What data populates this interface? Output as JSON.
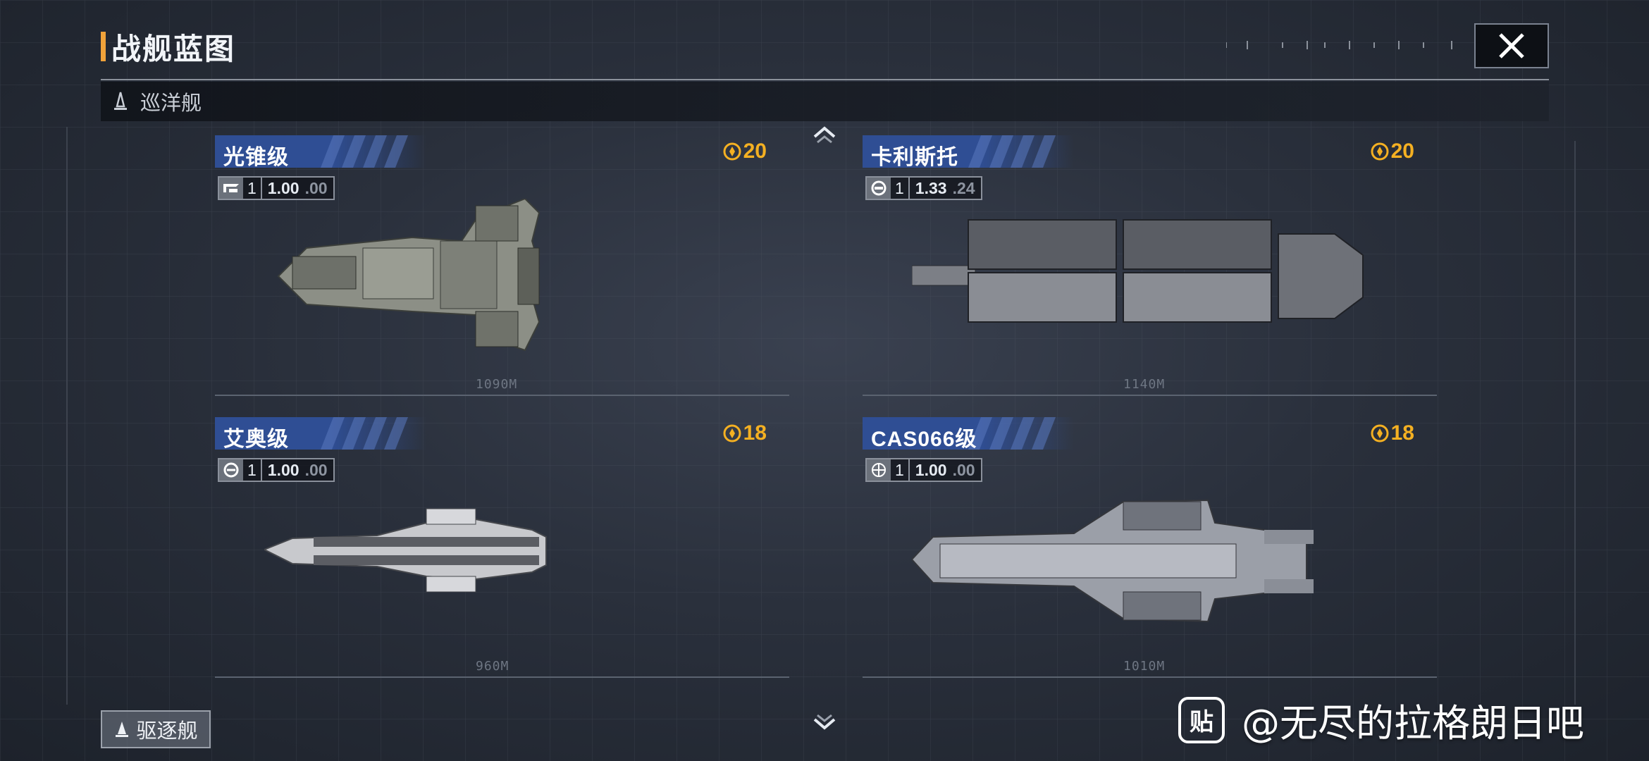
{
  "header": {
    "title": "战舰蓝图"
  },
  "category": {
    "label": "巡洋舰"
  },
  "cards": [
    {
      "name": "光锥级",
      "cost": "20",
      "stat_num": "1",
      "stat_val": "1.00",
      "stat_dec": ".00",
      "length": "1090M"
    },
    {
      "name": "卡利斯托",
      "cost": "20",
      "stat_num": "1",
      "stat_val": "1.33",
      "stat_dec": ".24",
      "length": "1140M"
    },
    {
      "name": "艾奥级",
      "cost": "18",
      "stat_num": "1",
      "stat_val": "1.00",
      "stat_dec": ".00",
      "length": "960M"
    },
    {
      "name": "CAS066级",
      "cost": "18",
      "stat_num": "1",
      "stat_val": "1.00",
      "stat_dec": ".00",
      "length": "1010M"
    }
  ],
  "footer": {
    "destroyer_label": "驱逐舰"
  },
  "watermark": {
    "logo": "贴",
    "text": "@无尽的拉格朗日吧"
  },
  "colors": {
    "accent": "#f0a23a",
    "label_blue": "#2f4e94",
    "cost_gold": "#f4b022"
  }
}
